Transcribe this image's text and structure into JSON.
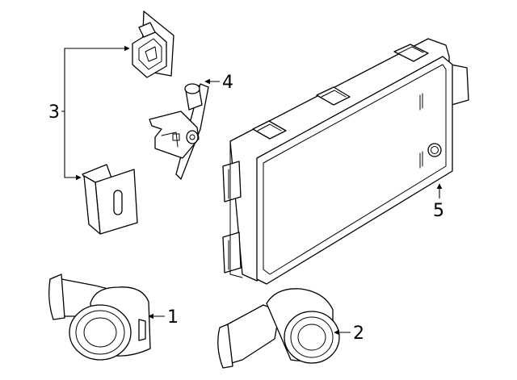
{
  "diagram": {
    "callouts": [
      {
        "id": "1"
      },
      {
        "id": "2"
      },
      {
        "id": "3"
      },
      {
        "id": "4"
      },
      {
        "id": "5"
      }
    ]
  }
}
